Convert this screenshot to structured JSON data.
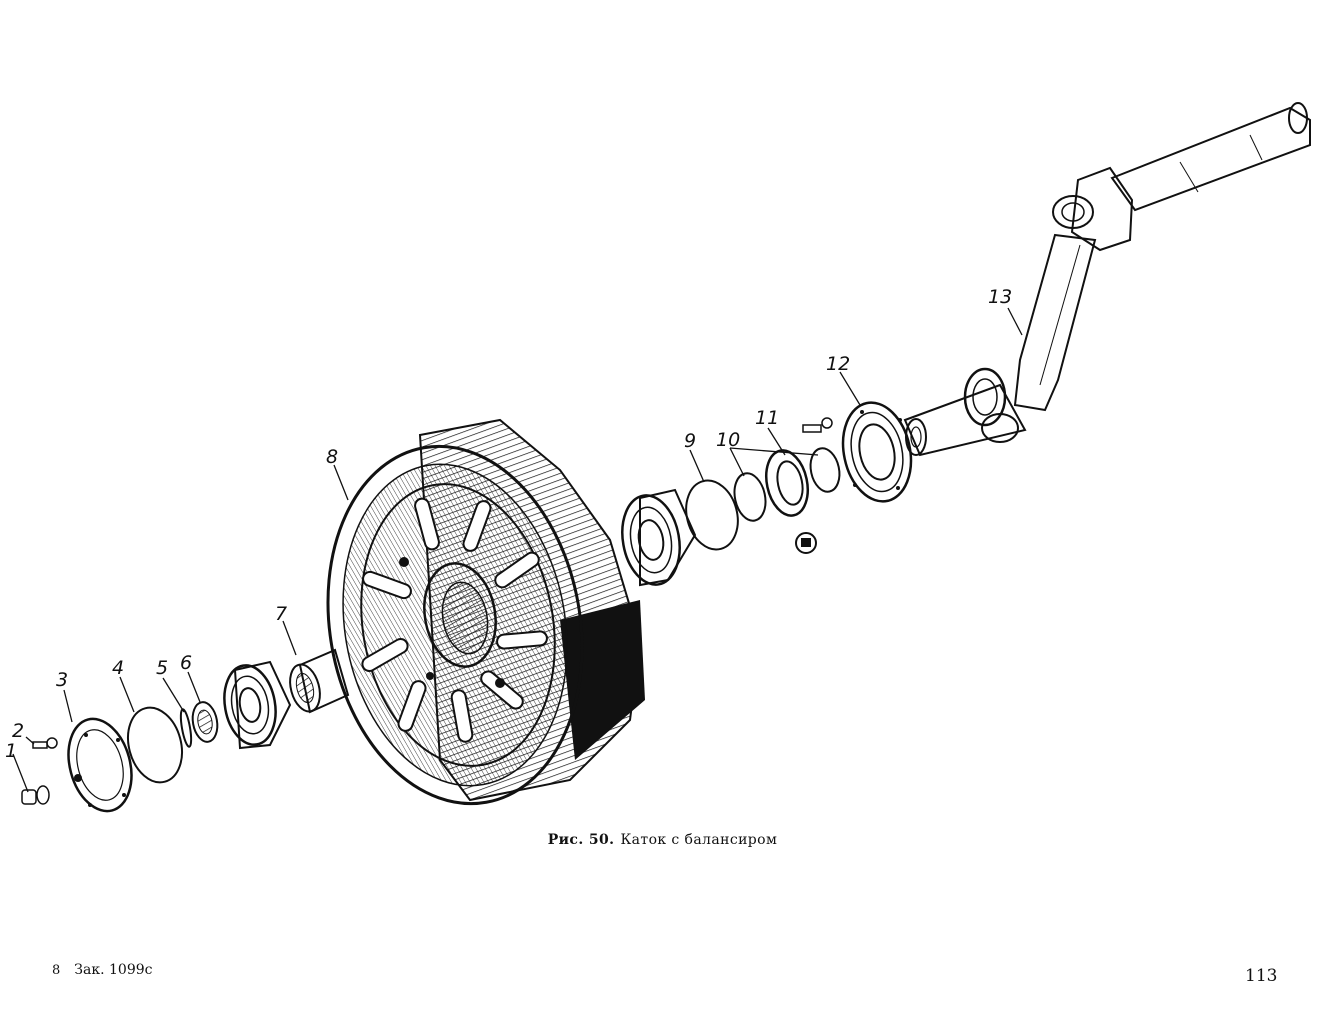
{
  "figure": {
    "caption_label": "Рис. 50.",
    "caption_text": "Каток с балансиром",
    "callouts": [
      "1",
      "2",
      "3",
      "4",
      "5",
      "6",
      "7",
      "8",
      "9",
      "10",
      "11",
      "12",
      "13"
    ]
  },
  "footer": {
    "sheet_number": "8",
    "order_code": "Зак. 1099с",
    "page_number": "113"
  }
}
